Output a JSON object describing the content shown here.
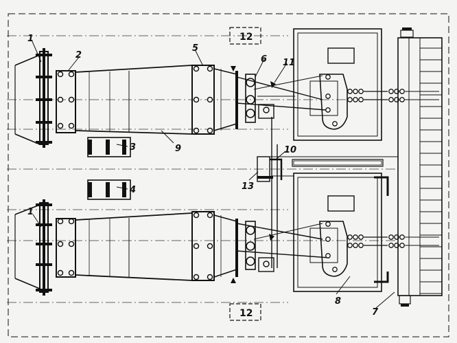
{
  "diagram": {
    "labels": {
      "l1": "1",
      "l2": "2",
      "l3": "3",
      "l4": "4",
      "l5": "5",
      "l6": "6",
      "l7": "7",
      "l8": "8",
      "l9": "9",
      "l10": "10",
      "l11": "11",
      "l12_top": "12",
      "l12_bottom": "12",
      "l13": "13"
    }
  }
}
